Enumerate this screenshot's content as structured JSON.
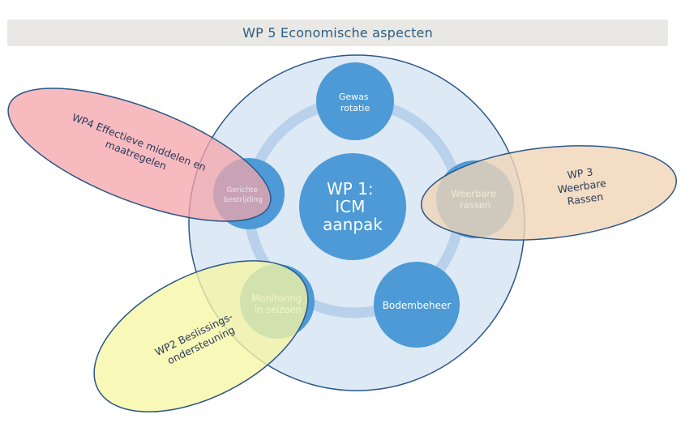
{
  "header": {
    "title": "WP 5 Economische aspecten"
  },
  "center": {
    "line1": "WP 1:",
    "line2": "ICM",
    "line3": "aanpak"
  },
  "nodes": {
    "gewas": {
      "line1": "Gewas",
      "line2": "rotatie"
    },
    "weerbare": {
      "line1": "Weerbare",
      "line2": "rassen"
    },
    "bodem": {
      "line1": "Bodembeheer"
    },
    "monitoring": {
      "line1": "Monitoring",
      "line2": "in seizoen"
    },
    "gerichte": {
      "line1": "Gerichte",
      "line2": "bestrijding"
    }
  },
  "ellipses": {
    "wp4": {
      "line1": "WP4 Effectieve middelen en",
      "line2": "maatregelen"
    },
    "wp3": {
      "line1": "WP 3",
      "line2": "Weerbare",
      "line3": "Rassen"
    },
    "wp2": {
      "line1": "WP2 Beslissings-",
      "line2": "ondersteuning"
    }
  },
  "colors": {
    "big_circle": "#dde9f5",
    "node": "#4d9ad6",
    "ring": "#b9d1ea",
    "wp4": "#f4a4aa",
    "wp3": "#f0d4b6",
    "wp2": "#f6f6a4",
    "outline": "#2b5787"
  }
}
